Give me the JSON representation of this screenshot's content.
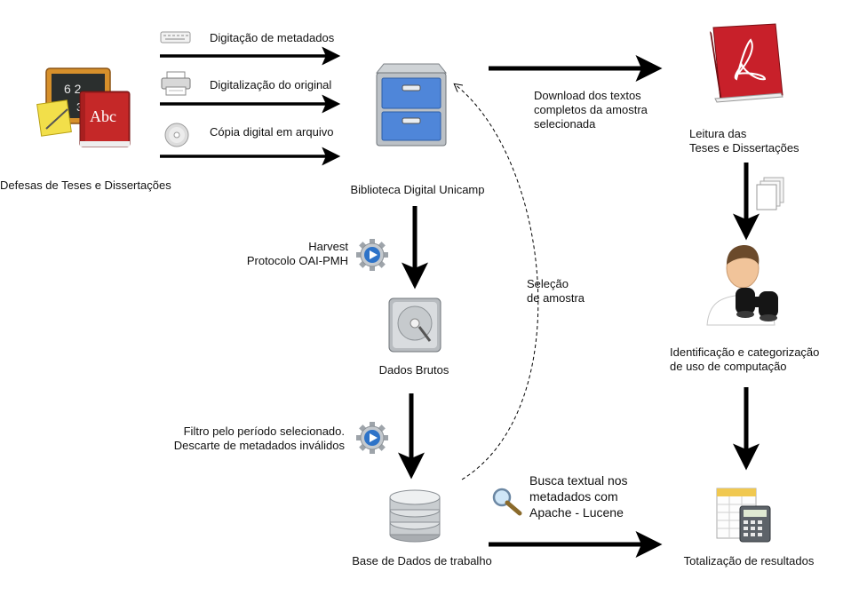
{
  "labels": {
    "defesas": "Defesas de Teses e Dissertações",
    "digitacao": "Digitação de metadados",
    "digitalizacao": "Digitalização  do original",
    "copia": "Cópia digital em arquivo",
    "biblioteca": "Biblioteca Digital Unicamp",
    "download": "Download dos textos\ncompletos da amostra\nselecionada",
    "leitura": "Leitura das\nTeses e Dissertações",
    "harvest": "Harvest\nProtocolo OAI-PMH",
    "selecao": "Seleção\nde amostra",
    "dados_brutos": "Dados Brutos",
    "identificacao": "Identificação e categorização\nde uso de computação",
    "filtro": "Filtro pelo período selecionado.\nDescarte de metadados inválidos",
    "busca": "Busca textual nos\nmetadados com\nApache - Lucene",
    "base_dados": "Base de Dados de trabalho",
    "totalizacao": "Totalização de resultados"
  },
  "icons": {
    "book_letter": "Abc",
    "chalk_digits": "6 2 3"
  },
  "colors": {
    "arrow": "#000000",
    "cabinet_blue": "#4f86d9",
    "book_red": "#a81f1f",
    "gear_blue": "#2e73c8",
    "pdf_red": "#c8202a"
  }
}
